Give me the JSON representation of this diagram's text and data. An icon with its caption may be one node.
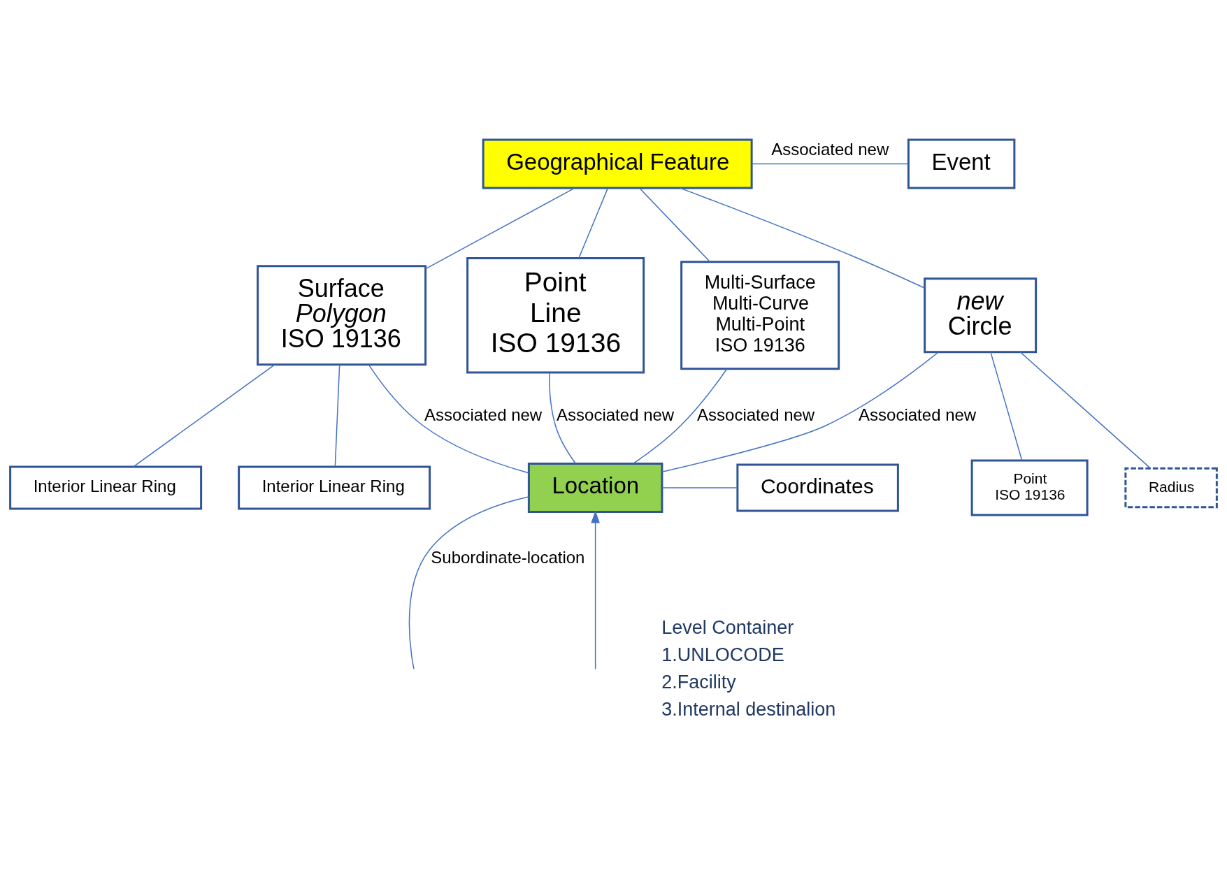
{
  "diagram": {
    "nodes": [
      {
        "text": [
          "Geographical Feature"
        ]
      },
      {
        "text": [
          "Event"
        ]
      },
      {
        "text": [
          "Surface",
          "Polygon",
          "ISO 19136"
        ]
      },
      {
        "text": [
          "Point",
          "Line",
          "ISO 19136"
        ]
      },
      {
        "text": [
          "Multi-Surface",
          "Multi-Curve",
          "Multi-Point",
          "ISO 19136"
        ]
      },
      {
        "text": [
          "new",
          "Circle"
        ]
      },
      {
        "text": [
          "Interior Linear Ring"
        ]
      },
      {
        "text": [
          "Interior Linear Ring"
        ]
      },
      {
        "text": [
          "Point",
          "ISO 19136"
        ]
      },
      {
        "text": [
          "Radius"
        ]
      },
      {
        "text": [
          "Location"
        ]
      },
      {
        "text": [
          "Coordinates"
        ]
      }
    ],
    "edges": [
      {
        "from": 0,
        "to": 1,
        "arrow": "none",
        "label": "Associated new"
      },
      {
        "from": 0,
        "to": 2,
        "arrow": "none"
      },
      {
        "from": 0,
        "to": 3,
        "arrow": "none"
      },
      {
        "from": 0,
        "to": 4,
        "arrow": "none"
      },
      {
        "from": 0,
        "to": 5,
        "arrow": "none"
      },
      {
        "from": 2,
        "to": 6,
        "arrow": "none"
      },
      {
        "from": 2,
        "to": 7,
        "arrow": "none"
      },
      {
        "from": 5,
        "to": 8,
        "arrow": "none"
      },
      {
        "from": 5,
        "to": 9,
        "arrow": "none"
      },
      {
        "from": 2,
        "to": 10,
        "arrow": "none",
        "label": "Associated new"
      },
      {
        "from": 3,
        "to": 10,
        "arrow": "none",
        "label": "Associated new"
      },
      {
        "from": 4,
        "to": 10,
        "arrow": "none",
        "label": "Associated new"
      },
      {
        "from": 5,
        "to": 10,
        "arrow": "none",
        "label": "Associated new"
      },
      {
        "from": 10,
        "to": 11,
        "arrow": "none"
      },
      {
        "from": 10,
        "to": null,
        "arrow": "none",
        "label": "Subordinate-location"
      },
      {
        "from": null,
        "to": 10,
        "arrow": "to"
      }
    ],
    "labels": [
      "Level Container",
      "1.UNLOCODE",
      "2.Facility",
      "3.Internal destinalion"
    ]
  }
}
